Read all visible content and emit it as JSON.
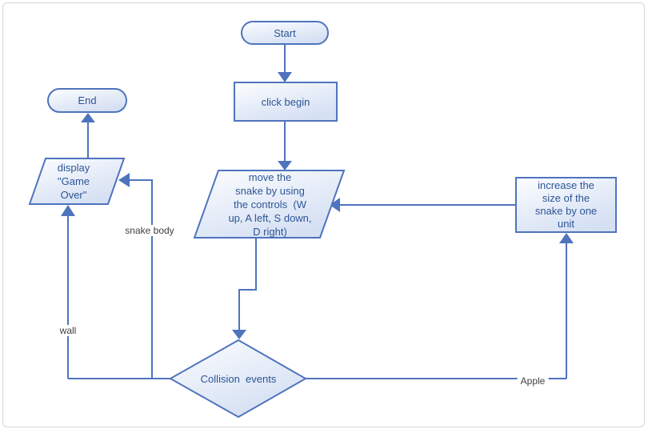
{
  "colors": {
    "stroke": "#4f74bd",
    "shape_fill_top": "#fcfdff",
    "shape_fill_bottom": "#d5e0f3",
    "node_text": "#2d5596",
    "edge_label_text": "#3f3f3f",
    "canvas_border": "#d6d6d6",
    "background": "#ffffff"
  },
  "nodes": {
    "start": {
      "type": "terminator",
      "label": "Start"
    },
    "click_begin": {
      "type": "process",
      "label": "click begin"
    },
    "move_snake": {
      "type": "input-output",
      "label": "move the\nsnake by using\nthe controls  (W\nup, A left, S down,\nD right)"
    },
    "end": {
      "type": "terminator",
      "label": "End"
    },
    "display_game_over": {
      "type": "input-output",
      "label": "display\n\"Game\nOver\""
    },
    "collision_events": {
      "type": "decision",
      "label": "Collision  events"
    },
    "increase_size": {
      "type": "process",
      "label": "increase the\nsize of the\nsnake by one\nunit"
    }
  },
  "edges": {
    "wall": {
      "label": "wall"
    },
    "snake_body": {
      "label": "snake body"
    },
    "apple": {
      "label": "Apple"
    }
  }
}
